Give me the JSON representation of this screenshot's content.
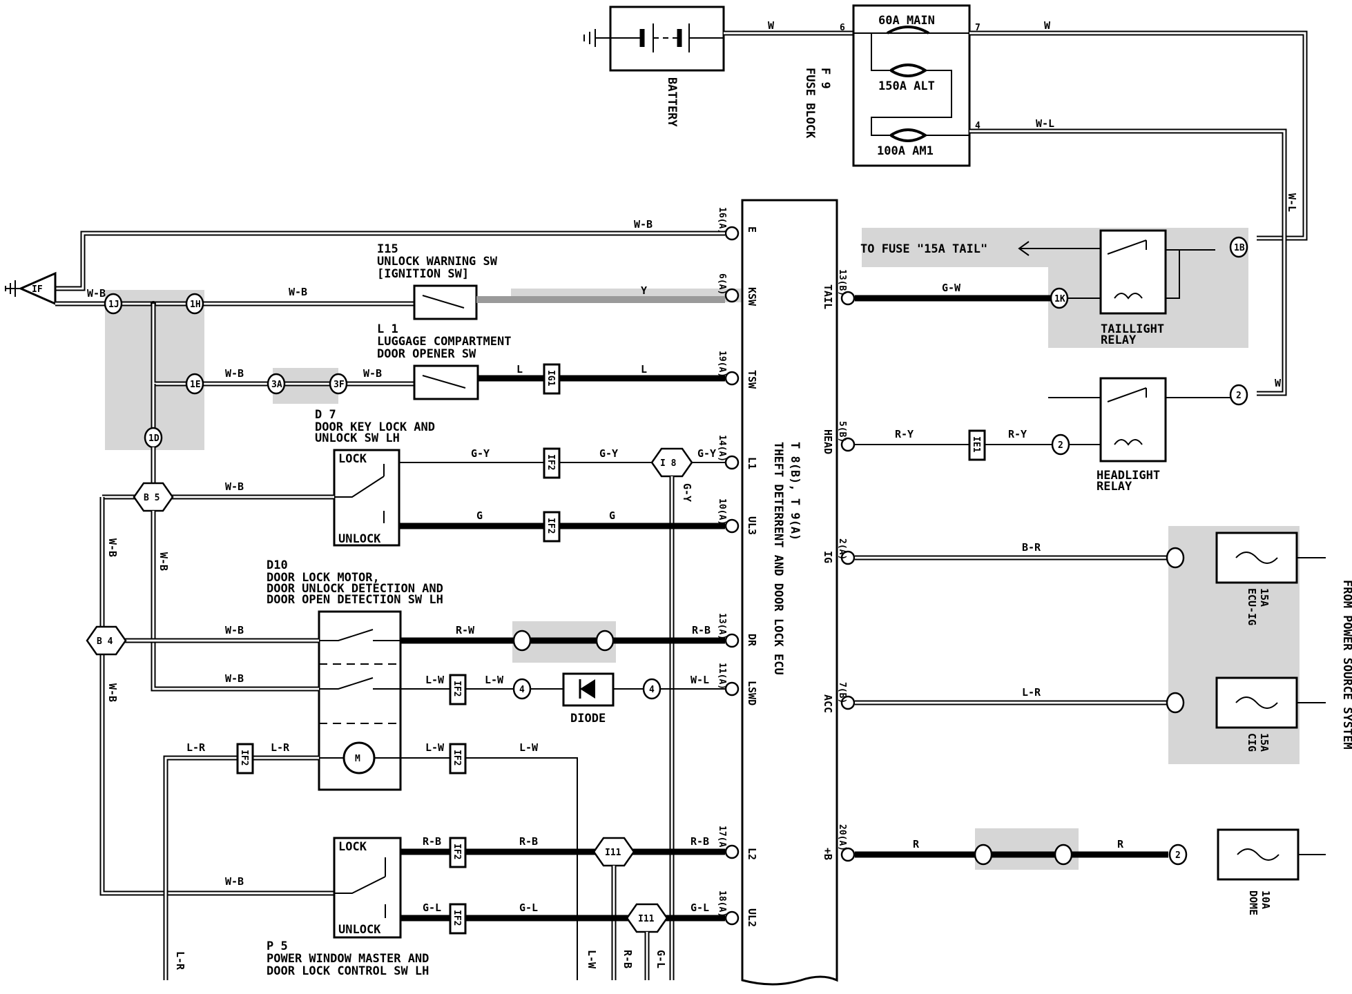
{
  "battery": {
    "label": "BATTERY"
  },
  "fuse_block": {
    "id": "F 9",
    "label": "FUSE BLOCK",
    "fuses": [
      "60A MAIN",
      "150A ALT",
      "100A AM1"
    ]
  },
  "ecu": {
    "id": "T 8(B), T 9(A)",
    "title": "THEFT DETERRENT AND DOOR LOCK ECU",
    "left_pins": [
      {
        "pin": "16(A)",
        "name": "E"
      },
      {
        "pin": "6(A)",
        "name": "KSW"
      },
      {
        "pin": "19(A)",
        "name": "TSW"
      },
      {
        "pin": "14(A)",
        "name": "L1"
      },
      {
        "pin": "10(A)",
        "name": "UL3"
      },
      {
        "pin": "13(A)",
        "name": "DR"
      },
      {
        "pin": "11(A)",
        "name": "LSWD"
      },
      {
        "pin": "17(A)",
        "name": "L2"
      },
      {
        "pin": "18(A)",
        "name": "UL2"
      }
    ],
    "right_pins": [
      {
        "pin": "13(B)",
        "name": "TAIL"
      },
      {
        "pin": "5(B)",
        "name": "HEAD"
      },
      {
        "pin": "2(A)",
        "name": "IG"
      },
      {
        "pin": "7(B)",
        "name": "ACC"
      },
      {
        "pin": "20(A)",
        "name": "+B"
      }
    ]
  },
  "components": {
    "i15": {
      "id": "I15",
      "line1": "UNLOCK WARNING SW",
      "line2": "[IGNITION SW]"
    },
    "l1": {
      "id": "L 1",
      "line1": "LUGGAGE COMPARTMENT",
      "line2": "DOOR OPENER SW"
    },
    "d7": {
      "id": "D 7",
      "line1": "DOOR KEY LOCK AND",
      "line2": "UNLOCK SW LH",
      "lock": "LOCK",
      "unlock": "UNLOCK"
    },
    "d10": {
      "id": "D10",
      "line1": "DOOR LOCK MOTOR,",
      "line2": "DOOR UNLOCK DETECTION AND",
      "line3": "DOOR OPEN DETECTION SW LH"
    },
    "p5": {
      "id": "P 5",
      "line1": "POWER WINDOW MASTER AND",
      "line2": "DOOR LOCK CONTROL SW LH",
      "lock": "LOCK",
      "unlock": "UNLOCK"
    },
    "diode": {
      "label": "DIODE"
    },
    "taillight_relay": {
      "line1": "TAILLIGHT",
      "line2": "RELAY"
    },
    "headlight_relay": {
      "line1": "HEADLIGHT",
      "line2": "RELAY"
    },
    "to_fuse": "TO FUSE \"15A TAIL\"",
    "power_source": "FROM POWER SOURCE SYSTEM",
    "fuse_ecu_ig": {
      "amp": "15A",
      "name": "ECU-IG"
    },
    "fuse_cig": {
      "amp": "15A",
      "name": "CIG"
    },
    "fuse_dome": {
      "amp": "10A",
      "name": "DOME"
    },
    "ground": "IF"
  },
  "wires": {
    "w": "W",
    "wl": "W-L",
    "wb": "W-B",
    "y": "Y",
    "l": "L",
    "gy": "G-Y",
    "g": "G",
    "rw": "R-W",
    "rb": "R-B",
    "lw": "L-W",
    "lr": "L-R",
    "gl": "G-L",
    "gw": "G-W",
    "ry": "R-Y",
    "br": "B-R",
    "r": "R"
  },
  "connectors": {
    "ib": "I 8",
    "b5": "B 5",
    "b4": "B 4",
    "i11a": "I11",
    "i11b": "I11",
    "if2": "IF2",
    "ig1": "IG1",
    "ie1": "IE1",
    "j": "1J",
    "h": "1H",
    "e": "1E",
    "d": "1D",
    "3a": "3A",
    "3f": "3F",
    "1b": "1B",
    "1k": "1K"
  }
}
